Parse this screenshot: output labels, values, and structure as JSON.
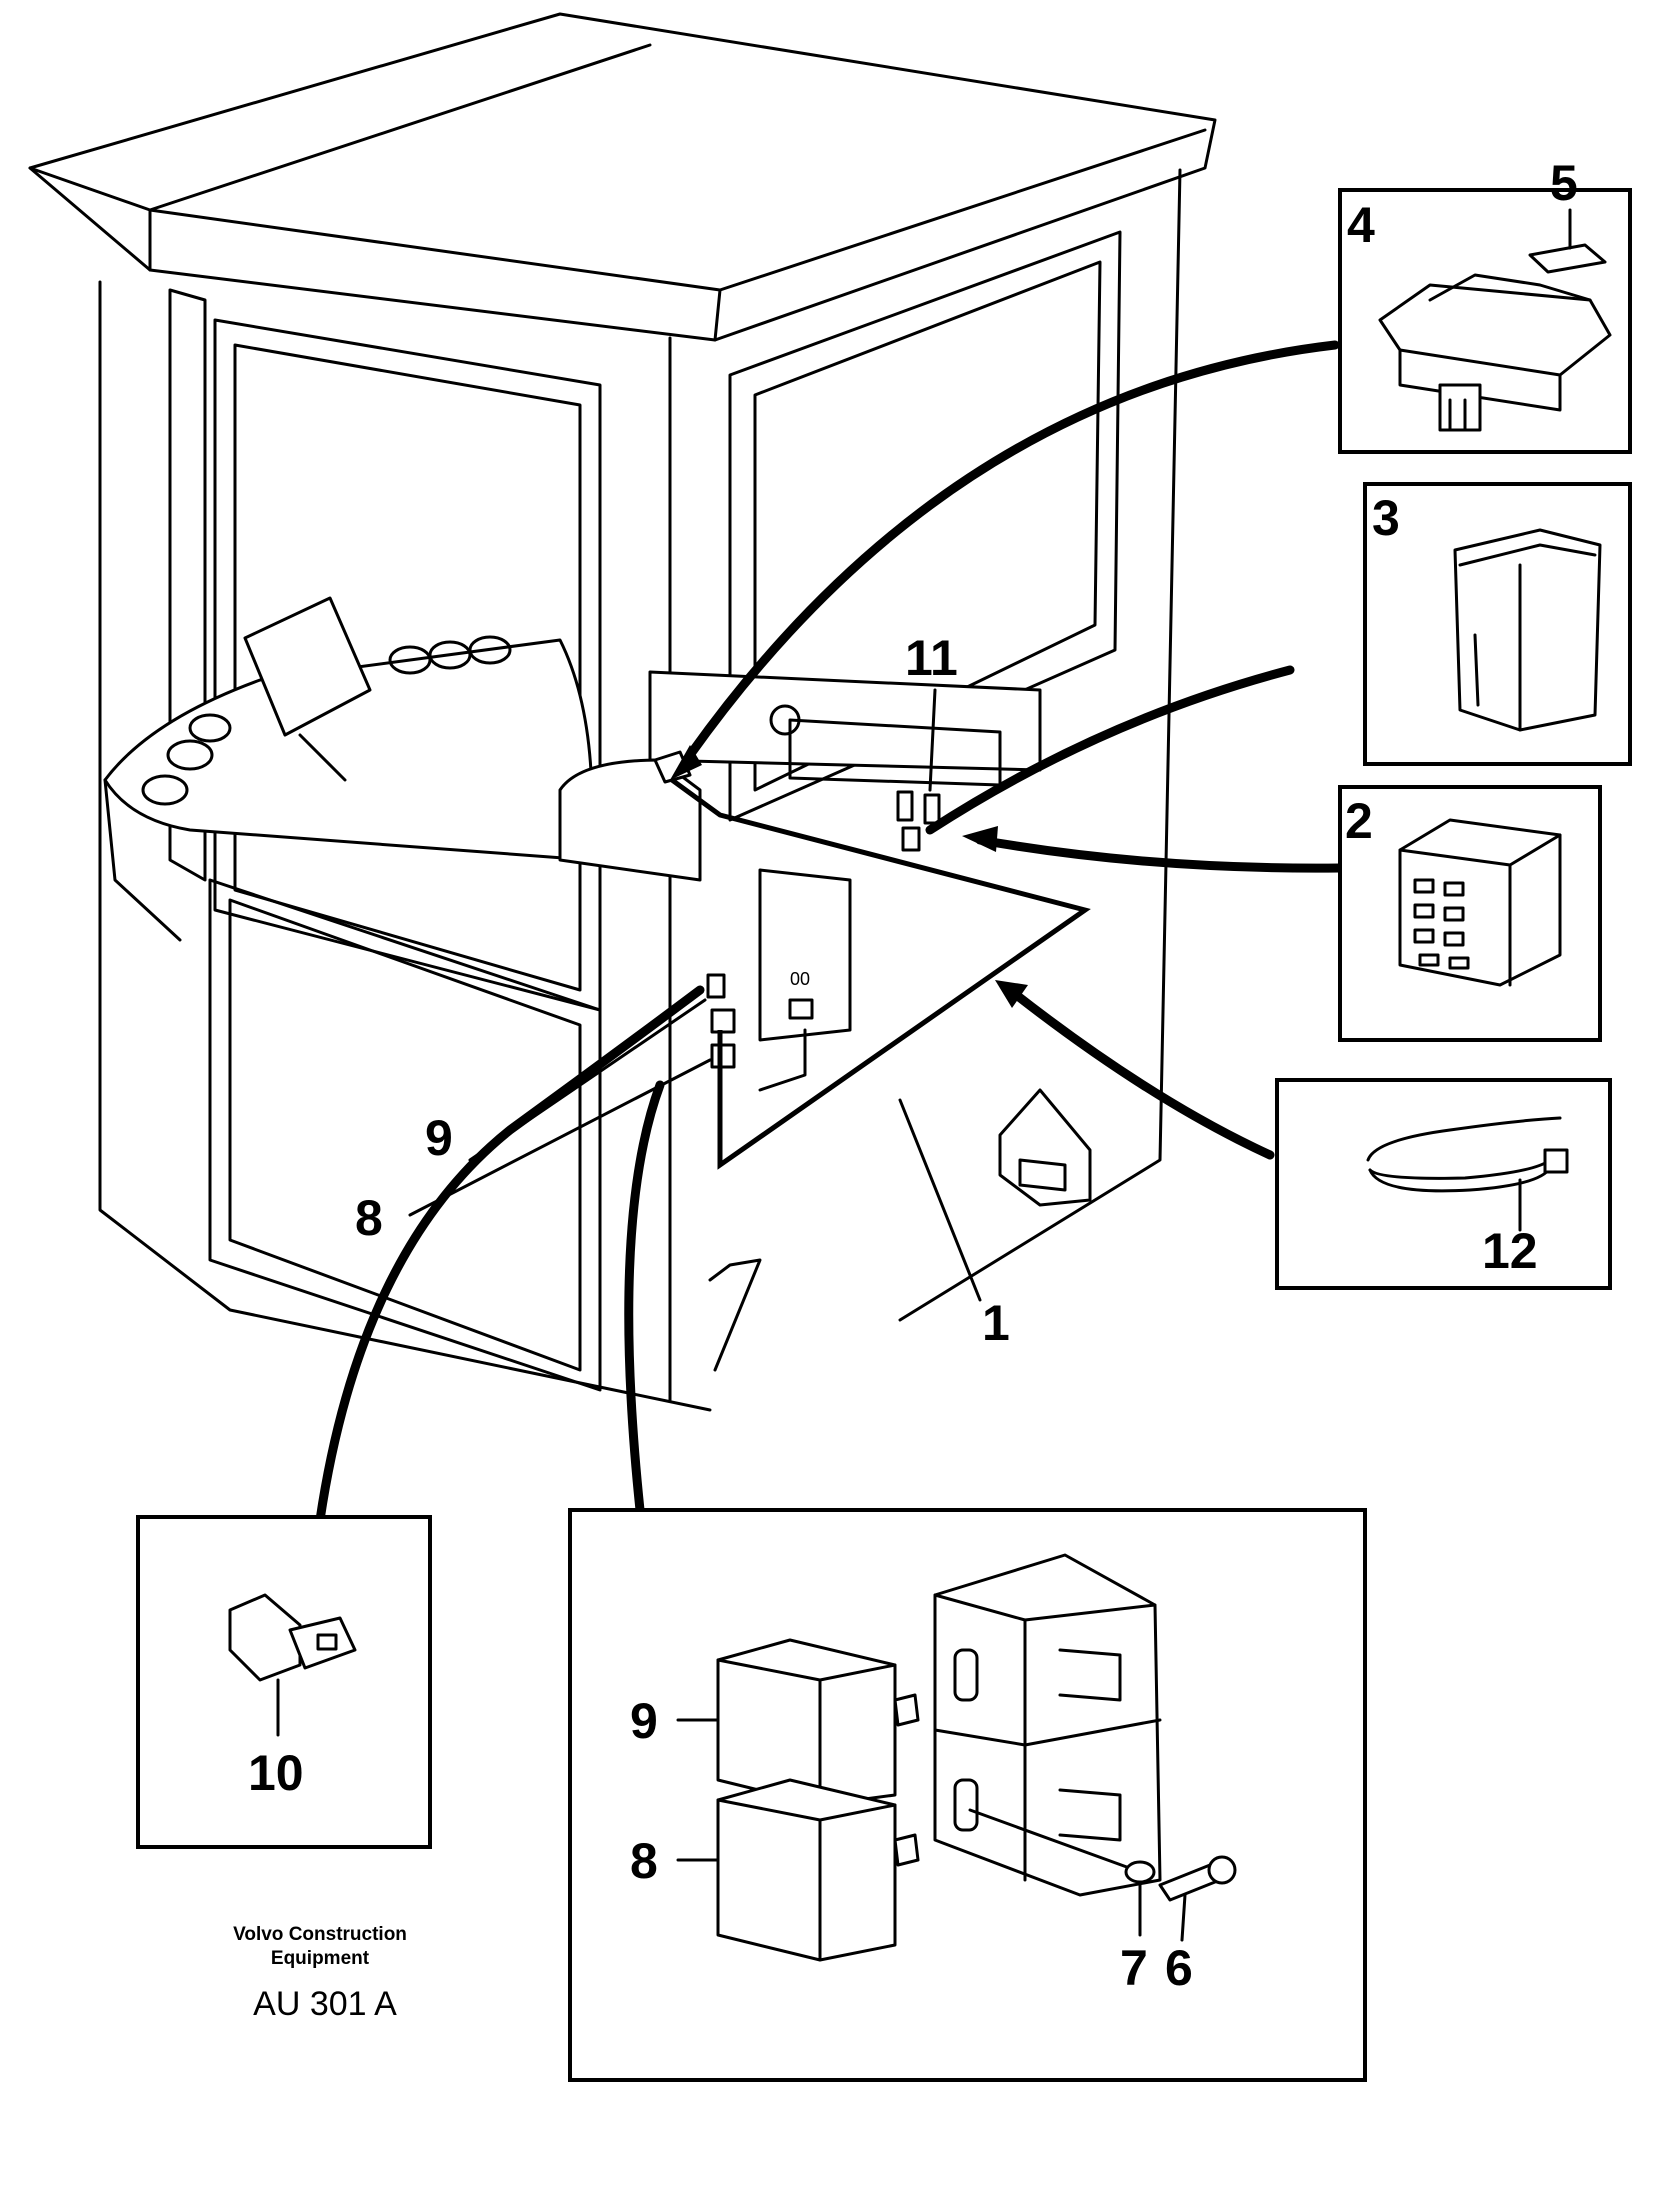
{
  "callouts": {
    "c1": "1",
    "c2": "2",
    "c3": "3",
    "c4": "4",
    "c5": "5",
    "c6": "6",
    "c7": "7",
    "c8": "8",
    "c9": "9",
    "c10": "10",
    "c11": "11",
    "c12": "12",
    "c8_detail": "8",
    "c9_detail": "9"
  },
  "caption": {
    "line1": "Volvo Construction",
    "line2": "Equipment",
    "code": "AU 301 A"
  }
}
